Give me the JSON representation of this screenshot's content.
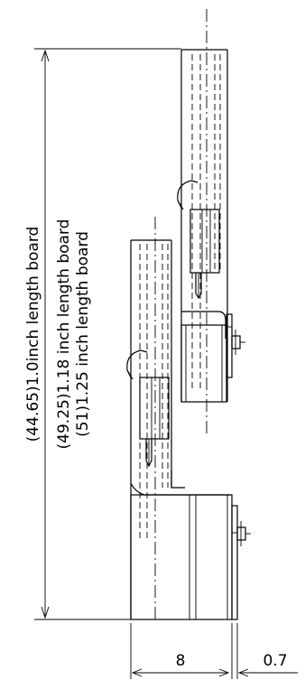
{
  "dimensions": {
    "label_1": "(44.65)1.0inch length board",
    "label_2": "(49.25)1.18 inch length board",
    "label_3": "(51)1.25 inch length board",
    "width_label": "8",
    "offset_label": "0.7"
  }
}
